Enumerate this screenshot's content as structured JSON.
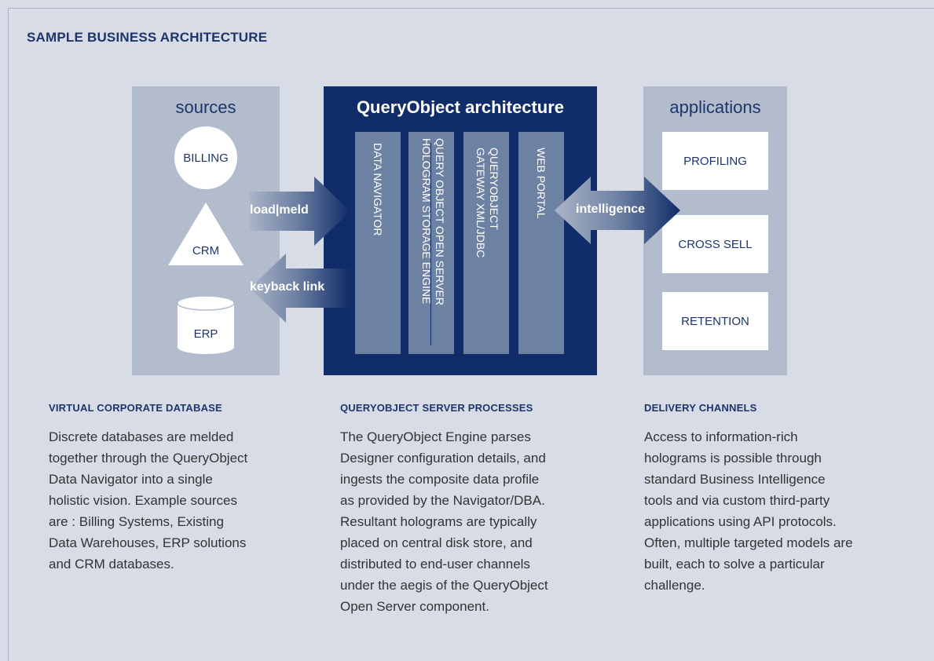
{
  "page_title": "SAMPLE BUSINESS ARCHITECTURE",
  "colors": {
    "background": "#d7dce6",
    "panel_light": "#b2bccd",
    "panel_dark": "#102d69",
    "bar": "#6d82a3",
    "accent_text": "#1d356a"
  },
  "sources": {
    "heading": "sources",
    "items": [
      "BILLING",
      "CRM",
      "ERP"
    ]
  },
  "core": {
    "heading": "QueryObject architecture",
    "bars": [
      {
        "lines": [
          "DATA NAVIGATOR"
        ]
      },
      {
        "lines": [
          "QUERY OBJECT OPEN SERVER",
          "HOLOGRAM STORAGE ENGINE"
        ]
      },
      {
        "lines": [
          "QUERYOBJECT",
          "GATEWAY XML/JDBC"
        ]
      },
      {
        "lines": [
          "WEB PORTAL"
        ]
      }
    ]
  },
  "applications": {
    "heading": "applications",
    "items": [
      "PROFILING",
      "CROSS SELL",
      "RETENTION"
    ]
  },
  "arrows": {
    "load_meld": "load|meld",
    "keyback": "keyback link",
    "intelligence": "intelligence"
  },
  "columns": [
    {
      "heading": "VIRTUAL CORPORATE DATABASE",
      "lines": [
        "Discrete databases are melded",
        "together through the QueryObject",
        "Data Navigator into a single",
        "holistic vision. Example sources",
        "are : Billing Systems, Existing",
        "Data Warehouses, ERP solutions",
        "and CRM databases."
      ]
    },
    {
      "heading": "QUERYOBJECT SERVER PROCESSES",
      "lines": [
        "The QueryObject Engine parses",
        "Designer configuration details, and",
        "ingests the composite data profile",
        "as provided by the Navigator/DBA.",
        "Resultant holograms are typically",
        "placed on central disk store, and",
        "distributed to end-user channels",
        "under the aegis of the QueryObject",
        "Open Server component."
      ]
    },
    {
      "heading": "DELIVERY CHANNELS",
      "lines": [
        "Access to information-rich",
        "holograms is possible through",
        "standard Business Intelligence",
        "tools and via custom third-party",
        "applications using API protocols.",
        "Often, multiple targeted models are",
        "built, each to solve a particular",
        "challenge."
      ]
    }
  ]
}
